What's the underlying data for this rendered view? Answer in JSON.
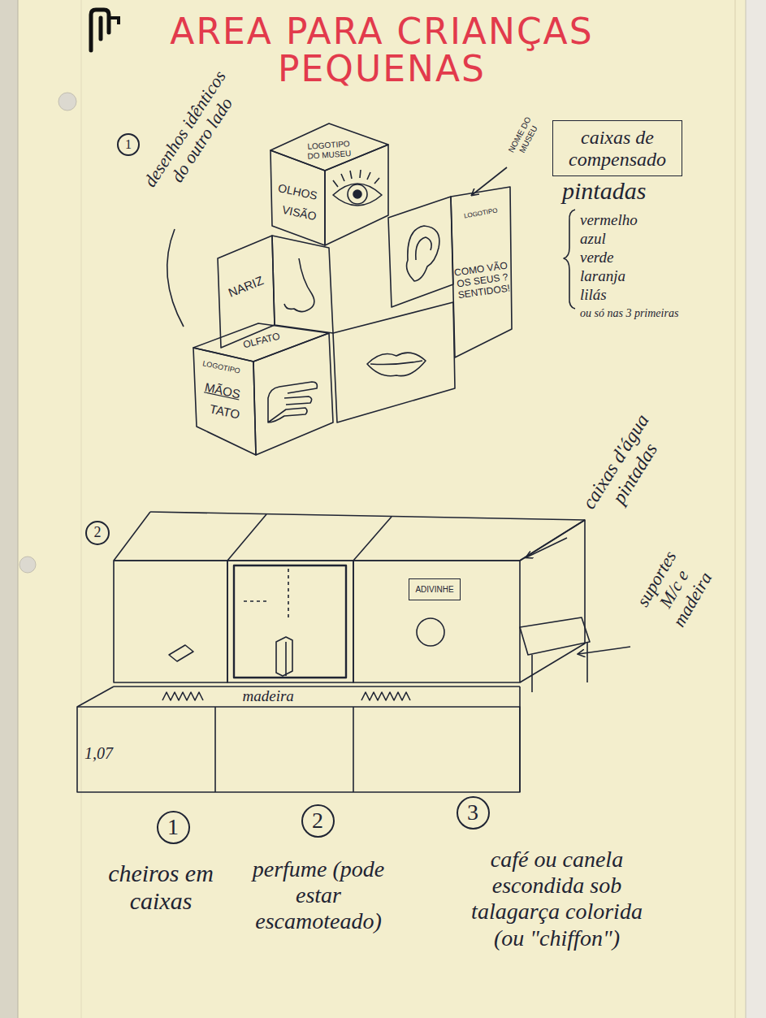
{
  "diagram": {
    "title": "AREA PARA CRIANÇAS PEQUENAS",
    "nodes": [
      {
        "text": [
          "1"
        ]
      },
      {
        "text": [
          "caixas de compensado"
        ]
      },
      {
        "text": [
          "2"
        ]
      },
      {
        "text": [
          "ADIVINHE"
        ]
      },
      {
        "text": [
          "1"
        ]
      },
      {
        "text": [
          "2"
        ]
      },
      {
        "text": [
          "3"
        ]
      }
    ],
    "labels": [
      "desenhos idênticos do outro lado",
      "NOME DO MUSEU",
      "LOGOTIPO DO MUSEU",
      "OLHOS",
      "VISÃO",
      "NARIZ",
      "OLFATO",
      "LOGOTIPO",
      "MÃOS",
      "TATO",
      "LOGOTIPO",
      "COMO VÃO OS SEUS ? SENTIDOS!",
      "pintadas",
      "vermelho",
      "azul",
      "verde",
      "laranja",
      "lilás",
      "ou só nas 3 primeiras",
      "caixas d'água pintadas",
      "suportes M/c e madeira",
      "madeira",
      "1,07",
      "cheiros em caixas",
      "perfume (pode estar escamoteado)",
      "café ou canela escondida sob talagarça colorida (ou \"chiffon\")"
    ]
  }
}
